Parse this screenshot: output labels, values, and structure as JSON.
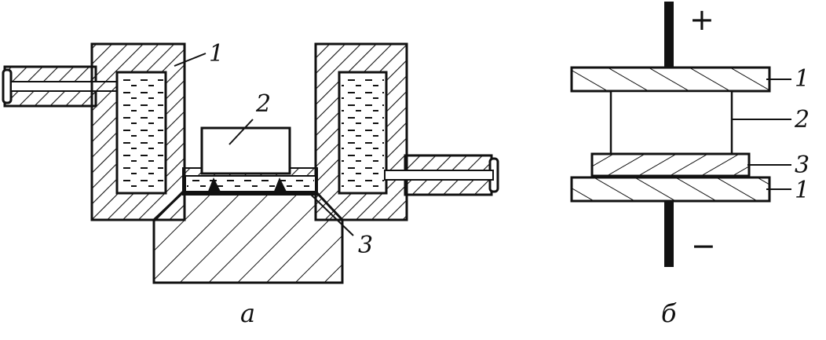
{
  "figure": {
    "colors": {
      "ink": "#111111",
      "paper": "#ffffff"
    },
    "panel_a": {
      "caption": "а",
      "labels": {
        "part1": "1",
        "part2": "2",
        "part3": "3"
      }
    },
    "panel_b": {
      "caption": "б",
      "labels": {
        "top_plate": "1",
        "element": "2",
        "layer": "3",
        "bottom_plate": "1"
      },
      "polarity": {
        "positive": "+",
        "negative": "−"
      }
    }
  }
}
